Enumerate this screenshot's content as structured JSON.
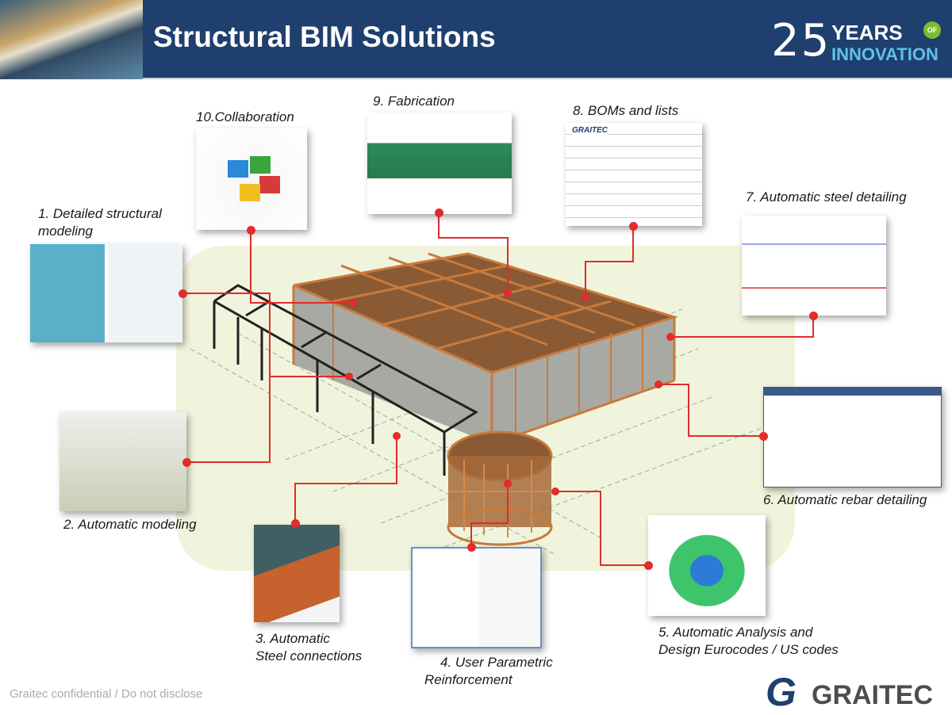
{
  "header": {
    "title": "Structural BIM Solutions",
    "badge": {
      "number": "25",
      "line1": "YEARS",
      "of": "OF",
      "line2": "INNOVATION"
    }
  },
  "callouts": [
    {
      "id": "1",
      "label_line1": "1. Detailed structural",
      "label_line2": "modeling"
    },
    {
      "id": "2",
      "label": "2. Automatic modeling"
    },
    {
      "id": "3",
      "label_line1": "3. Automatic",
      "label_line2": "Steel connections"
    },
    {
      "id": "4",
      "label_line1": "4. User Parametric",
      "label_line2": "Reinforcement"
    },
    {
      "id": "5",
      "label_line1": "5. Automatic Analysis and",
      "label_line2": "Design Eurocodes / US codes"
    },
    {
      "id": "6",
      "label": "6. Automatic rebar detailing"
    },
    {
      "id": "7",
      "label": "7. Automatic steel detailing"
    },
    {
      "id": "8",
      "label": "8. BOMs and lists"
    },
    {
      "id": "9",
      "label": "9. Fabrication"
    },
    {
      "id": "10",
      "label": "10.Collaboration"
    }
  ],
  "bom_sheet": {
    "brand": "GRAITEC"
  },
  "footer": {
    "confidential": "Graitec confidential / Do not disclose",
    "logo": "GRAITEC"
  },
  "colors": {
    "header": "#1f3f6e",
    "connector": "#e22b2b",
    "steel": "#b5642a"
  }
}
